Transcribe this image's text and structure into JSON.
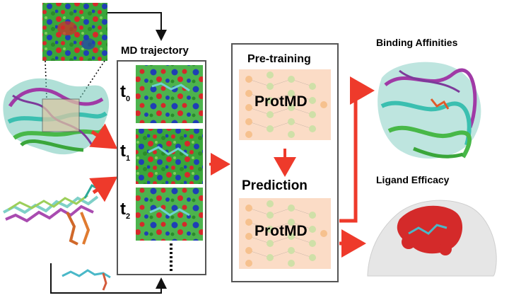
{
  "labels": {
    "md_trajectory": "MD trajectory",
    "pre_training": "Pre-training",
    "prediction": "Prediction",
    "model_top": "ProtMD",
    "model_bottom": "ProtMD",
    "binding_affinities": "Binding Affinities",
    "ligand_efficacy": "Ligand Efficacy"
  },
  "timesteps": [
    {
      "letter": "t",
      "sub": "0"
    },
    {
      "letter": "t",
      "sub": "1"
    },
    {
      "letter": "t",
      "sub": "2"
    }
  ],
  "colors": {
    "arrow_red": "#ee3a2b",
    "surface_green": "#3aa63a",
    "surface_red": "#d42a2a",
    "surface_blue": "#1f3fb5",
    "network_bg": "#fbdcc6",
    "node_peach": "#f6c18e",
    "node_green": "#cfe0a8",
    "frame_grey": "#555555",
    "protein_white": "#e6e6e6"
  }
}
